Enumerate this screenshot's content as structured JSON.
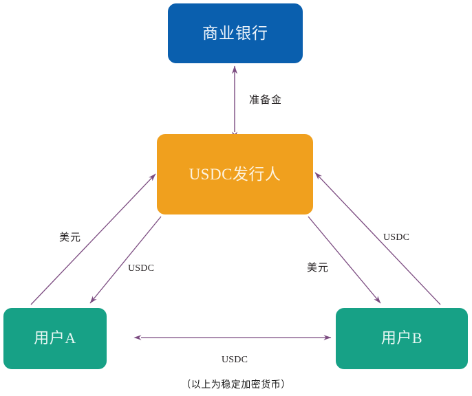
{
  "diagram": {
    "caption": "（以上为稳定加密货币）",
    "nodes": [
      {
        "id": "bank",
        "label": "商业银行",
        "color": "#0A5FAE",
        "text_color": "#eef4fb"
      },
      {
        "id": "issuer",
        "label": "USDC发行人",
        "color": "#F0A01E",
        "text_color": "#fdf3df"
      },
      {
        "id": "user_a",
        "label": "用户A",
        "color": "#17A186",
        "text_color": "#e9f8f4"
      },
      {
        "id": "user_b",
        "label": "用户B",
        "color": "#17A186",
        "text_color": "#e9f8f4"
      }
    ],
    "edges": [
      {
        "id": "bank_issuer",
        "label": "准备金",
        "from": "issuer",
        "to": "bank",
        "direction": "both",
        "color": "#7B4B80"
      },
      {
        "id": "usera_issuer",
        "label": "美元",
        "from": "user_a",
        "to": "issuer",
        "direction": "forward",
        "color": "#7B4B80"
      },
      {
        "id": "issuer_usera",
        "label": "USDC",
        "from": "issuer",
        "to": "user_a",
        "direction": "forward",
        "color": "#7B4B80"
      },
      {
        "id": "issuer_userb",
        "label": "美元",
        "from": "issuer",
        "to": "user_b",
        "direction": "forward",
        "color": "#7B4B80"
      },
      {
        "id": "userb_issuer",
        "label": "USDC",
        "from": "user_b",
        "to": "issuer",
        "direction": "forward",
        "color": "#7B4B80"
      },
      {
        "id": "usera_userb",
        "label": "USDC",
        "from": "user_a",
        "to": "user_b",
        "direction": "both",
        "color": "#7B4B80"
      }
    ]
  }
}
